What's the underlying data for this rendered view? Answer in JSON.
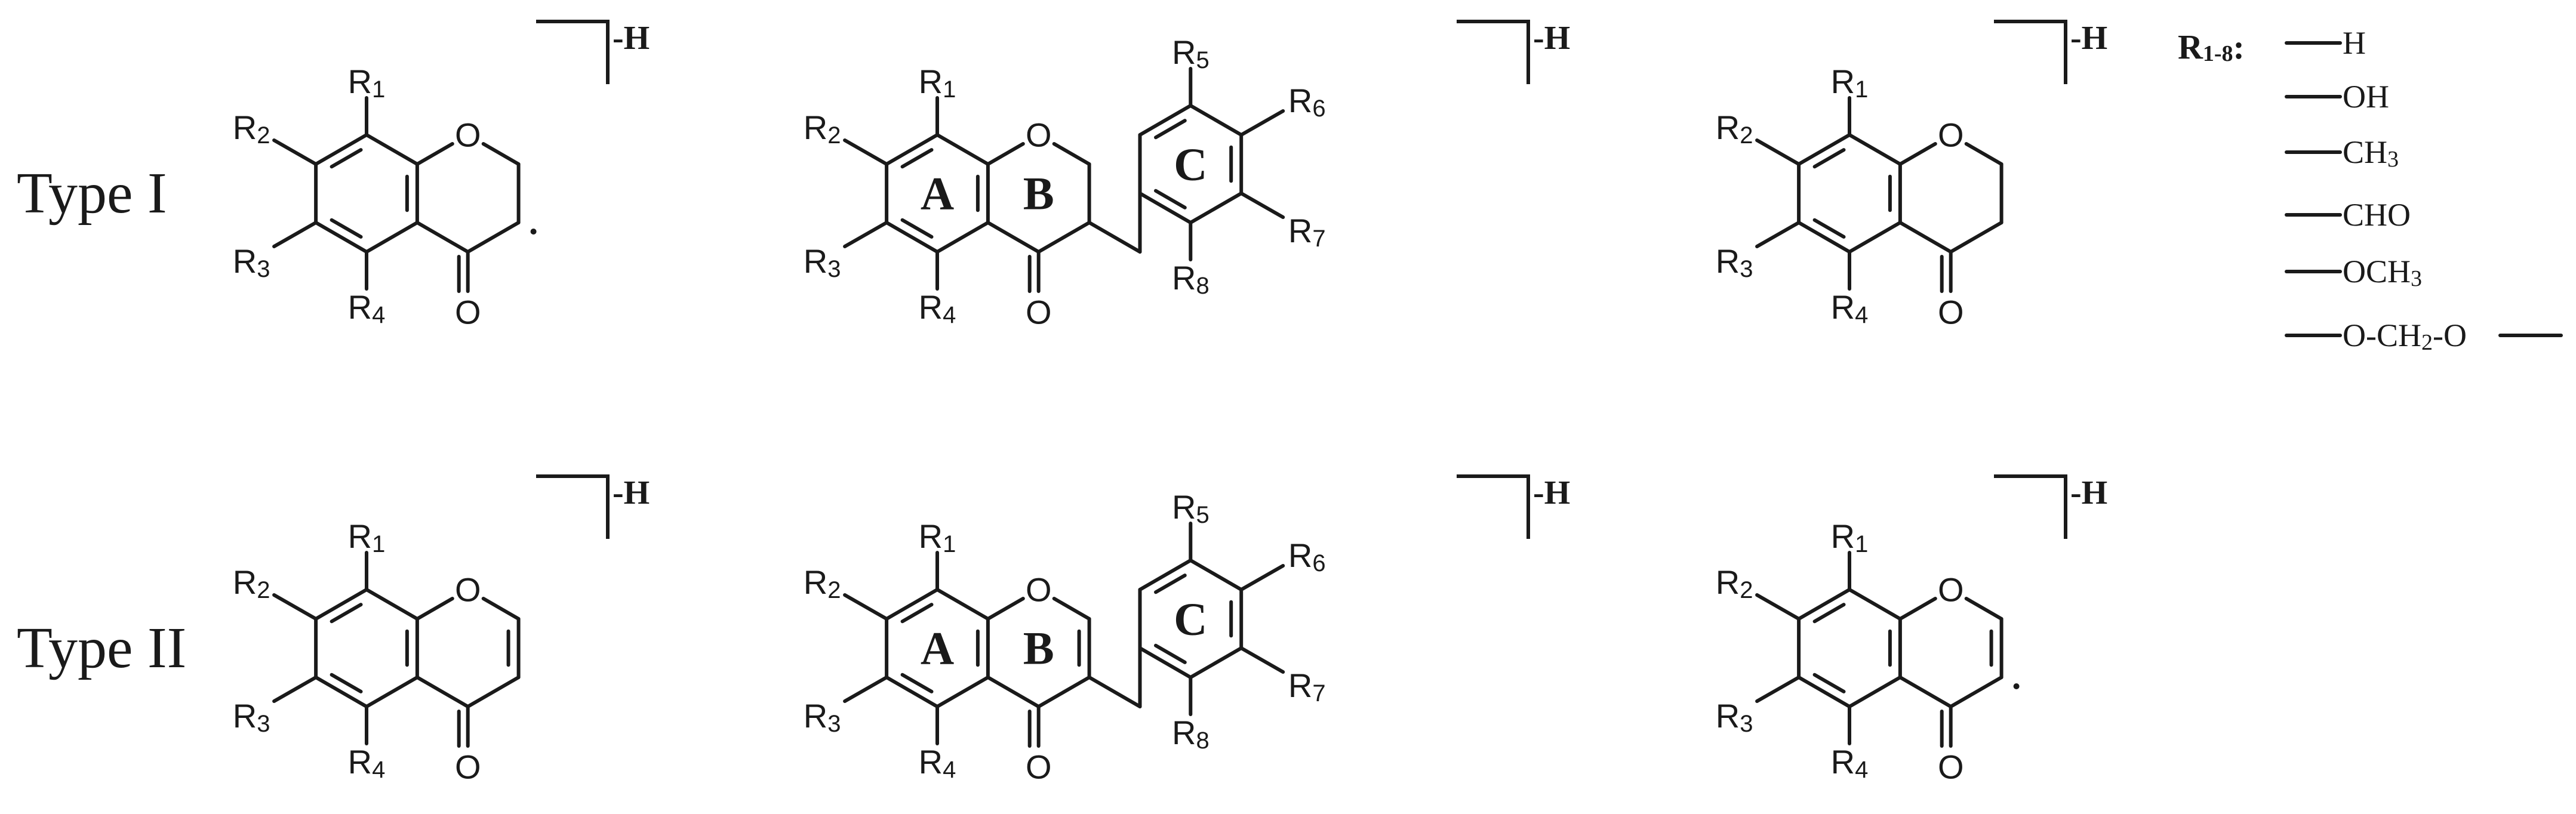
{
  "rows": [
    {
      "label": "Type I"
    },
    {
      "label": "Type II"
    }
  ],
  "substituents": {
    "r1": {
      "letter": "R",
      "index": "1"
    },
    "r2": {
      "letter": "R",
      "index": "2"
    },
    "r3": {
      "letter": "R",
      "index": "3"
    },
    "r4": {
      "letter": "R",
      "index": "4"
    },
    "r5": {
      "letter": "R",
      "index": "5"
    },
    "r6": {
      "letter": "R",
      "index": "6"
    },
    "r7": {
      "letter": "R",
      "index": "7"
    },
    "r8": {
      "letter": "R",
      "index": "8"
    }
  },
  "atoms": {
    "oxygen": "O"
  },
  "ring_labels": {
    "a": "A",
    "b": "B",
    "c": "C"
  },
  "hydrogen_mark": "-H",
  "legend": {
    "title": {
      "letter": "R",
      "range": "1-8",
      "colon": ":"
    },
    "items": [
      {
        "main": "H",
        "sub": "",
        "tail": ""
      },
      {
        "main": "OH",
        "sub": "",
        "tail": ""
      },
      {
        "main": "CH",
        "sub": "3",
        "tail": ""
      },
      {
        "main": "CHO",
        "sub": "",
        "tail": ""
      },
      {
        "main": "OCH",
        "sub": "3",
        "tail": ""
      },
      {
        "main": "O-CH",
        "sub": "2",
        "tail": "-O"
      }
    ]
  }
}
